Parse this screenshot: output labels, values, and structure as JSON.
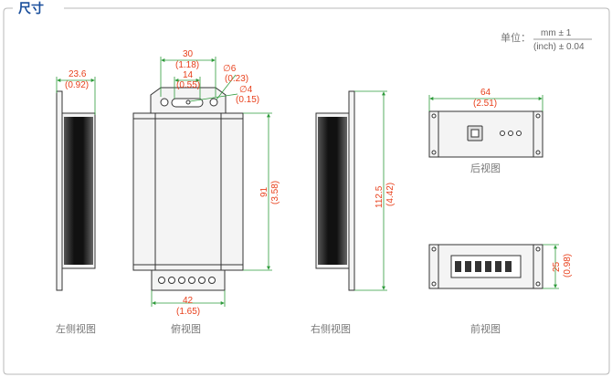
{
  "title": "尺寸",
  "unit": {
    "label": "单位：",
    "numerator": "mm ± 1",
    "denominator": "(inch) ± 0.04"
  },
  "views": {
    "left": {
      "label": "左侧视图",
      "width_mm": "23.6",
      "width_in": "(0.92)"
    },
    "top": {
      "label": "俯视图",
      "hole_span_mm": "30",
      "hole_span_in": "(1.18)",
      "slot_mm": "14",
      "slot_in": "(0.55)",
      "hole_dia_mm": "∅6",
      "hole_dia_in": "(0.23)",
      "small_dia_mm": "∅4",
      "small_dia_in": "(0.15)",
      "height_mm": "91",
      "height_in": "(3.58)",
      "bottom_mm": "42",
      "bottom_in": "(1.65)"
    },
    "right": {
      "label": "右侧视图",
      "height_mm": "112.5",
      "height_in": "(4.42)"
    },
    "rear": {
      "label": "后视图",
      "width_mm": "64",
      "width_in": "(2.51)"
    },
    "front": {
      "label": "前视图",
      "height_mm": "25",
      "height_in": "(0.98)"
    }
  }
}
